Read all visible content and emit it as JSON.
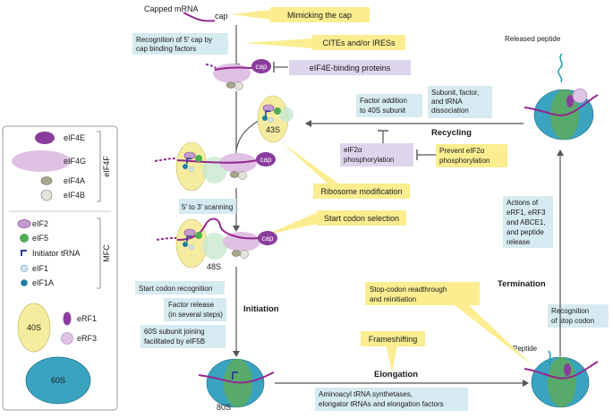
{
  "colors": {
    "blue_box": "#d6eaf1",
    "yellow_box": "#fbed90",
    "purple_box": "#dcd5ec",
    "ribosome_60s": "#3aa3bf",
    "ribosome_40s": "#f6eca0",
    "green_core": "#5cab61",
    "mrna": "#93298e",
    "eif4e": "#8a3c9c",
    "eif4g": "#dfc1e3",
    "arrow": "#555555"
  },
  "legend": {
    "eif4f_bracket": "eIF4F",
    "mfc_bracket": "MFC",
    "eif4e": "eIF4E",
    "eif4g": "eIF4G",
    "eif4a": "eIF4A",
    "eif4b": "eIF4B",
    "eif2": "eIF2",
    "eif5": "eIF5",
    "trna": "Initiator tRNA",
    "eif1": "eIF1",
    "eif1a": "eIF1A",
    "s40": "40S",
    "s60": "60S",
    "erf1": "eRF1",
    "erf3": "eRF3"
  },
  "diagram": {
    "capped_mrna": "Capped mRNA",
    "cap": "cap",
    "cap_label": "cap",
    "recognition_5cap": [
      "Recognition of 5′ cap by",
      "cap binding factors"
    ],
    "mimicking_cap": "Mimicking the cap",
    "cites_iress": "CITEs and/or IRESs",
    "eif4e_binding": "eIF4E-binding proteins",
    "label_43s": "43S",
    "factor_addition": [
      "Factor addition",
      "to 40S subunit"
    ],
    "subunit_dissociation": [
      "Subunit, factor,",
      "and tRNA",
      "dissociation"
    ],
    "recycling": "Recycling",
    "released_peptide": "Released peptide",
    "eif2a_phos": [
      "eIF2α",
      "phosphorylation"
    ],
    "prevent_eif2a": [
      "Prevent eIF2α",
      "phosphorylation"
    ],
    "ribosome_mod": "Ribosome modification",
    "scanning": "5′ to 3′ scanning",
    "start_codon_sel": "Start codon selection",
    "label_48s": "48S",
    "start_codon_rec": "Start codon recognition",
    "factor_release": [
      "Factor release",
      "(in several steps)"
    ],
    "subunit_joining": [
      "60S subunit joining",
      "facilitated by eIF5B"
    ],
    "initiation": "Initiation",
    "actions_erf": [
      "Actions of",
      "eRF1, eRF3",
      "and ABCE1,",
      "and peptide",
      "release"
    ],
    "termination": "Termination",
    "stop_readthrough": [
      "Stop-codon readthrough",
      "and reinitiation"
    ],
    "recognition_stop": [
      "Recognition",
      "of stop codon"
    ],
    "peptide": "Peptide",
    "frameshifting": "Frameshifting",
    "elongation": "Elongation",
    "aminoacyl": [
      "Aminoacyl tRNA synthetases,",
      "elongator tRNAs and elongation factors"
    ],
    "label_80s": "80S"
  }
}
